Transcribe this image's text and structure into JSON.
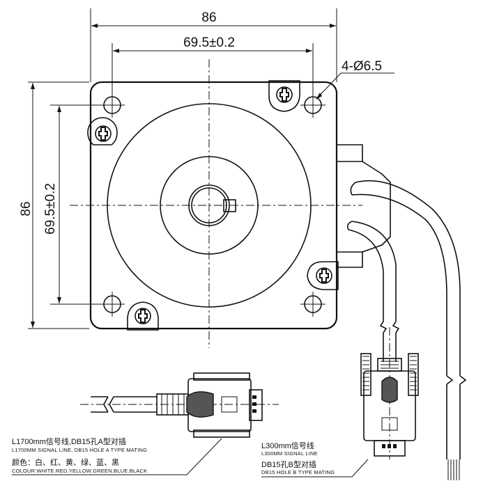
{
  "dimensions": {
    "width_overall": "86",
    "width_hole_spacing": "69.5±0.2",
    "height_overall": "86",
    "height_hole_spacing": "69.5±0.2",
    "hole_callout": "4-Ø6.5"
  },
  "cable_a": {
    "label_cn": "L1700mm信号线,DB15孔A型对插",
    "label_en": "L1700MM SIGNAL LINE, DB15 HOLE A TYPE MATING",
    "colour_cn": "颜色：白、红、黄、绿、蓝、黑",
    "colour_en": "COLOUR:WHITE.RED.YELLOW.GREEN.BLUE.BLACK"
  },
  "cable_b": {
    "label_cn": "L300mm信号线",
    "label_en": "L300MM SIGNAL LINE",
    "connector_cn": "DB15孔B型对插",
    "connector_en": "DB15 HOLE B TYPE MATING"
  }
}
